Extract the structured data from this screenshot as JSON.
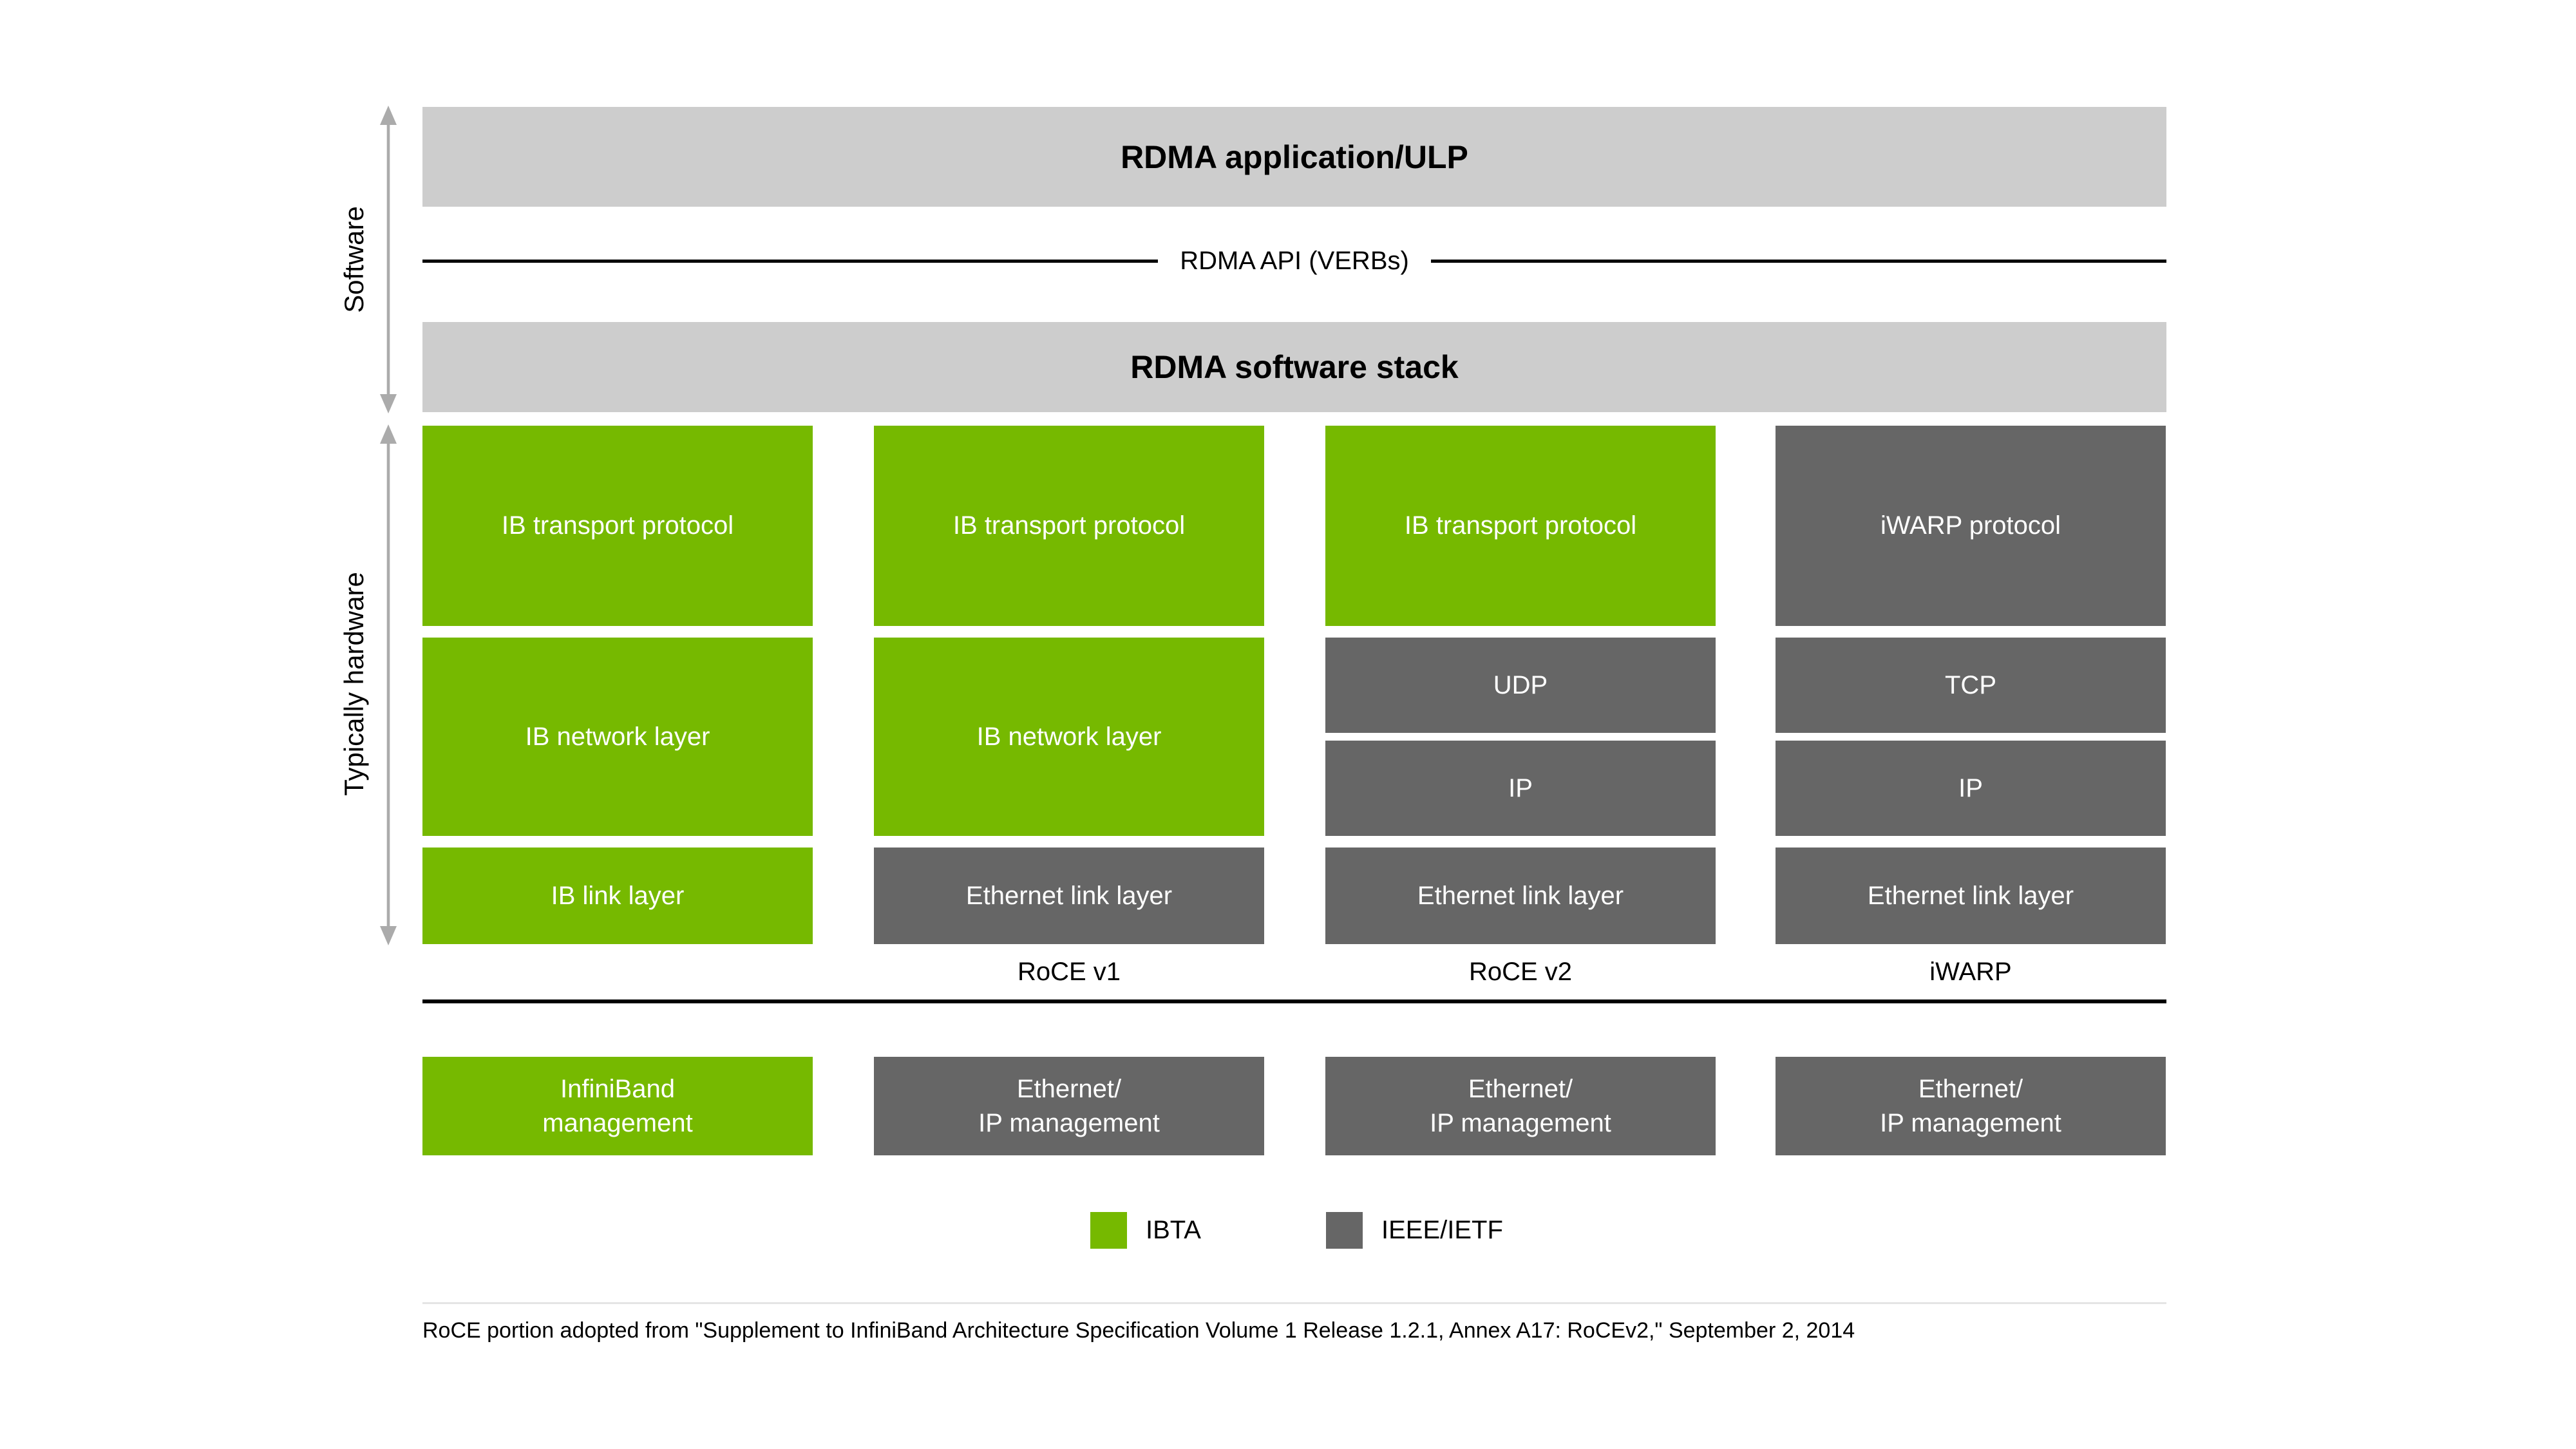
{
  "palette": {
    "green": "#76B900",
    "dark": "#666666",
    "bar_gray": "#CDCDCD",
    "arrow_gray": "#ABABAB",
    "rule_gray": "#E5E5E5",
    "text_light": "#FFFFFF",
    "text_dark": "#000000"
  },
  "side_labels": {
    "software": "Software",
    "hardware": "Typically hardware"
  },
  "header": {
    "application_bar": "RDMA application/ULP",
    "api_line_label": "RDMA API (VERBs)",
    "software_stack_bar": "RDMA software stack"
  },
  "stacks": [
    {
      "label": "",
      "blocks": {
        "transport": {
          "text": "IB transport protocol",
          "org": "ibta"
        },
        "network": {
          "text": "IB network layer",
          "org": "ibta"
        },
        "link": {
          "text": "IB link layer",
          "org": "ibta"
        }
      },
      "management": {
        "text": "InfiniBand\nmanagement",
        "org": "ibta"
      }
    },
    {
      "label": "RoCE v1",
      "blocks": {
        "transport": {
          "text": "IB transport protocol",
          "org": "ibta"
        },
        "network": {
          "text": "IB network layer",
          "org": "ibta"
        },
        "link": {
          "text": "Ethernet link layer",
          "org": "ieee-ietf"
        }
      },
      "management": {
        "text": "Ethernet/\nIP management",
        "org": "ieee-ietf"
      }
    },
    {
      "label": "RoCE v2",
      "blocks": {
        "transport": {
          "text": "IB transport protocol",
          "org": "ibta"
        },
        "l4": {
          "text": "UDP",
          "org": "ieee-ietf"
        },
        "l3": {
          "text": "IP",
          "org": "ieee-ietf"
        },
        "link": {
          "text": "Ethernet link layer",
          "org": "ieee-ietf"
        }
      },
      "management": {
        "text": "Ethernet/\nIP management",
        "org": "ieee-ietf"
      }
    },
    {
      "label": "iWARP",
      "blocks": {
        "transport": {
          "text": "iWARP protocol",
          "org": "ieee-ietf"
        },
        "l4": {
          "text": "TCP",
          "org": "ieee-ietf"
        },
        "l3": {
          "text": "IP",
          "org": "ieee-ietf"
        },
        "link": {
          "text": "Ethernet link layer",
          "org": "ieee-ietf"
        }
      },
      "management": {
        "text": "Ethernet/\nIP management",
        "org": "ieee-ietf"
      }
    }
  ],
  "legend": [
    {
      "label": "IBTA",
      "color": "green"
    },
    {
      "label": "IEEE/IETF",
      "color": "dark"
    }
  ],
  "footnote": "RoCE portion adopted from \"Supplement to InfiniBand Architecture Specification Volume 1 Release 1.2.1, Annex A17: RoCEv2,\" September 2, 2014"
}
